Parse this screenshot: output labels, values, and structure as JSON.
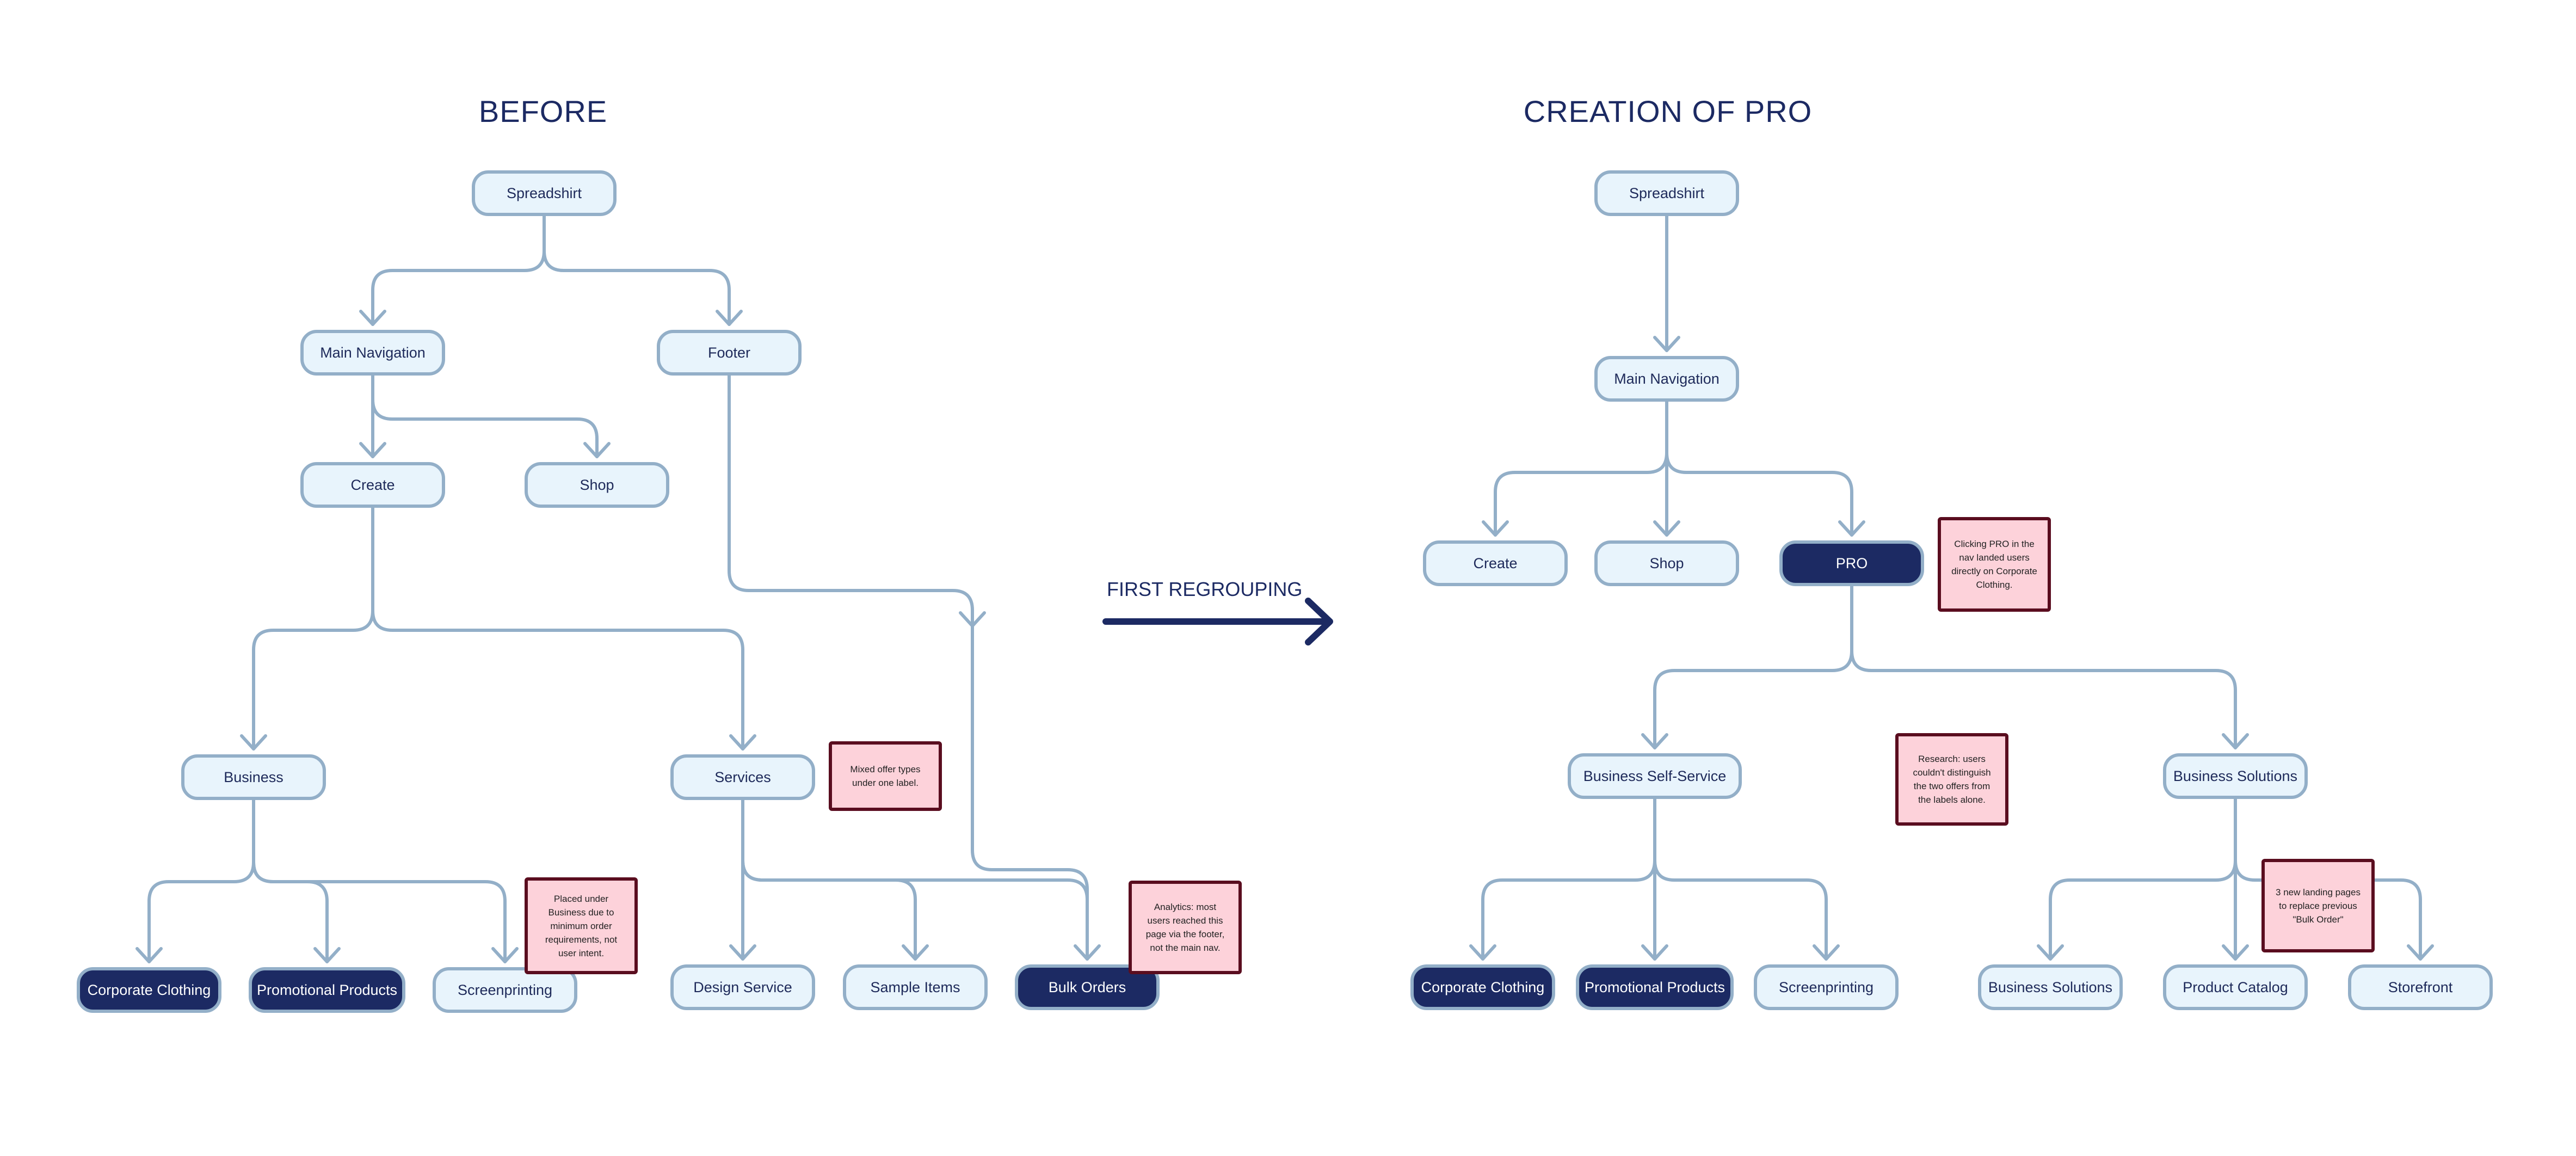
{
  "titles": {
    "before": "BEFORE",
    "after": "CREATION OF PRO"
  },
  "transition_label": "FIRST REGROUPING",
  "colors": {
    "node_fill": "#e8f4fc",
    "node_border": "#93afc8",
    "node_dark_fill": "#1c2a63",
    "node_text": "#1e2a5a",
    "connector": "#93afc8",
    "note_fill": "#fdd2da",
    "note_border": "#5a0d1f",
    "title": "#1c2a63"
  },
  "before": {
    "nodes": {
      "spreadshirt": "Spreadshirt",
      "main_navigation": "Main Navigation",
      "footer": "Footer",
      "create": "Create",
      "shop": "Shop",
      "business": "Business",
      "services": "Services",
      "corporate_clothing": "Corporate Clothing",
      "promotional_products": "Promotional Products",
      "screenprinting": "Screenprinting",
      "design_service": "Design Service",
      "sample_items": "Sample Items",
      "bulk_orders": "Bulk Orders"
    },
    "notes": {
      "services_note": "Mixed offer types under one label.",
      "business_note": "Placed under Business due to minimum order requirements, not user intent.",
      "bulk_note": "Analytics: most users reached this page via the footer, not the main nav."
    }
  },
  "after": {
    "nodes": {
      "spreadshirt": "Spreadshirt",
      "main_navigation": "Main Navigation",
      "create": "Create",
      "shop": "Shop",
      "pro": "PRO",
      "business_self_service": "Business Self-Service",
      "business_solutions": "Business Solutions",
      "corporate_clothing": "Corporate Clothing",
      "promotional_products": "Promotional Products",
      "screenprinting": "Screenprinting",
      "business_solutions_leaf": "Business Solutions",
      "product_catalog": "Product Catalog",
      "storefront": "Storefront"
    },
    "notes": {
      "pro_note": "Clicking PRO in the nav landed users directly on Corporate Clothing.",
      "research_note": "Research: users couldn't distinguish the two offers from the labels alone.",
      "landing_note": "3 new landing pages to replace previous \"Bulk Order\""
    }
  }
}
